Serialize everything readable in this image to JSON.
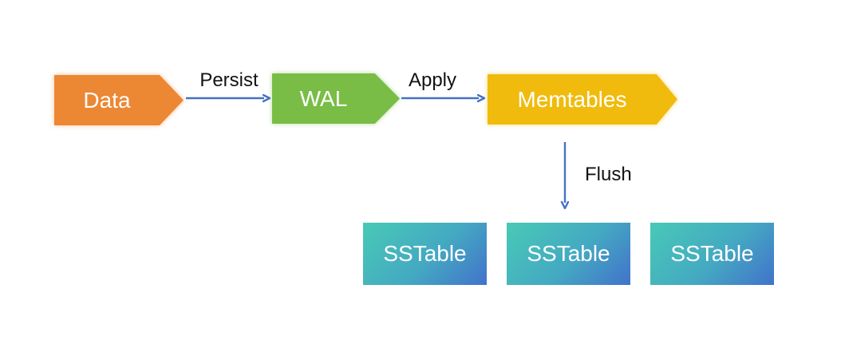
{
  "diagram": {
    "background_color": "#ffffff",
    "arrow_color": "#4472c4",
    "label_text_color": "#121212",
    "nodes": [
      {
        "id": "data",
        "label": "Data",
        "shape": "arrow-pentagon",
        "fill": "#ec8733",
        "text_color": "#ffffff"
      },
      {
        "id": "wal",
        "label": "WAL",
        "shape": "arrow-pentagon",
        "fill": "#79bd46",
        "text_color": "#ffffff"
      },
      {
        "id": "memtables",
        "label": "Memtables",
        "shape": "arrow-pentagon",
        "fill": "#f0bb0c",
        "text_color": "#ffffff"
      },
      {
        "id": "sstable-1",
        "label": "SSTable",
        "shape": "rectangle",
        "fill_gradient_start": "#48c9b6",
        "fill_gradient_end": "#4272cb",
        "text_color": "#ffffff"
      },
      {
        "id": "sstable-2",
        "label": "SSTable",
        "shape": "rectangle",
        "fill_gradient_start": "#48c9b6",
        "fill_gradient_end": "#4272cb",
        "text_color": "#ffffff"
      },
      {
        "id": "sstable-3",
        "label": "SSTable",
        "shape": "rectangle",
        "fill_gradient_start": "#48c9b6",
        "fill_gradient_end": "#4272cb",
        "text_color": "#ffffff"
      }
    ],
    "edges": [
      {
        "from": "data",
        "to": "wal",
        "label": "Persist",
        "direction": "right"
      },
      {
        "from": "wal",
        "to": "memtables",
        "label": "Apply",
        "direction": "right"
      },
      {
        "from": "memtables",
        "to": "sstable-2",
        "label": "Flush",
        "direction": "down"
      }
    ]
  }
}
